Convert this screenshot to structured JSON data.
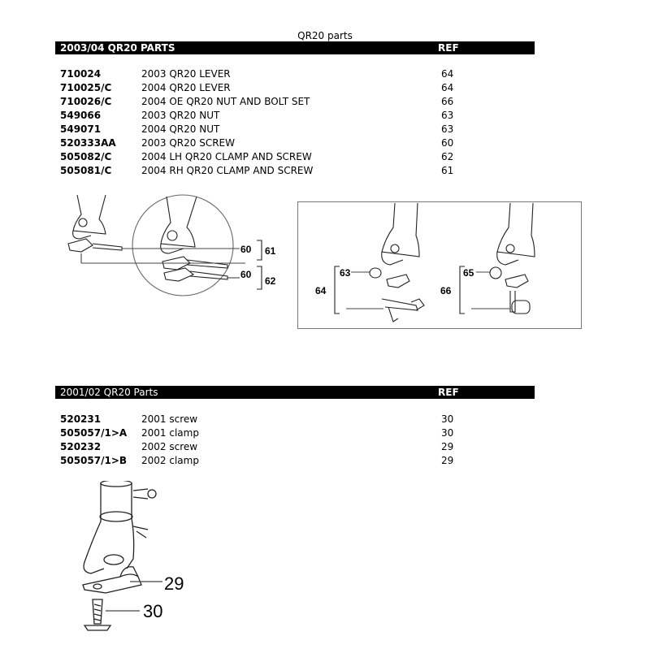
{
  "page_title": "QR20 parts",
  "section1": {
    "header": "2003/04 QR20 PARTS",
    "ref_label": "REF",
    "rows": [
      {
        "part": "710024",
        "desc": "2003 QR20 LEVER",
        "ref": "64"
      },
      {
        "part": "710025/C",
        "desc": "2004 QR20 LEVER",
        "ref": "64"
      },
      {
        "part": "710026/C",
        "desc": "2004 OE QR20 NUT AND BOLT SET",
        "ref": "66"
      },
      {
        "part": "549066",
        "desc": "2003 QR20 NUT",
        "ref": "63"
      },
      {
        "part": "549071",
        "desc": "2004 QR20 NUT",
        "ref": "63"
      },
      {
        "part": "520333AA",
        "desc": "2003 QR20 SCREW",
        "ref": "60"
      },
      {
        "part": "505082/C",
        "desc": "2004 LH QR20 CLAMP AND SCREW",
        "ref": "62"
      },
      {
        "part": "505081/C",
        "desc": "2004 RH QR20 CLAMP AND SCREW",
        "ref": "61"
      }
    ],
    "diagram_left_labels": {
      "a": "60",
      "b": "61",
      "c": "60",
      "d": "62"
    },
    "diagram_right_labels": {
      "a": "63",
      "b": "64",
      "c": "65",
      "d": "66"
    }
  },
  "section2": {
    "header": "2001/02 QR20 Parts",
    "ref_label": "REF",
    "rows": [
      {
        "part": "520231",
        "desc": "2001 screw",
        "ref": "30"
      },
      {
        "part": "505057/1>A",
        "desc": "2001 clamp",
        "ref": "30"
      },
      {
        "part": "520232",
        "desc": "2002 screw",
        "ref": "29"
      },
      {
        "part": "505057/1>B",
        "desc": "2002 clamp",
        "ref": "29"
      }
    ],
    "diagram_labels": {
      "a": "29",
      "b": "30"
    }
  }
}
